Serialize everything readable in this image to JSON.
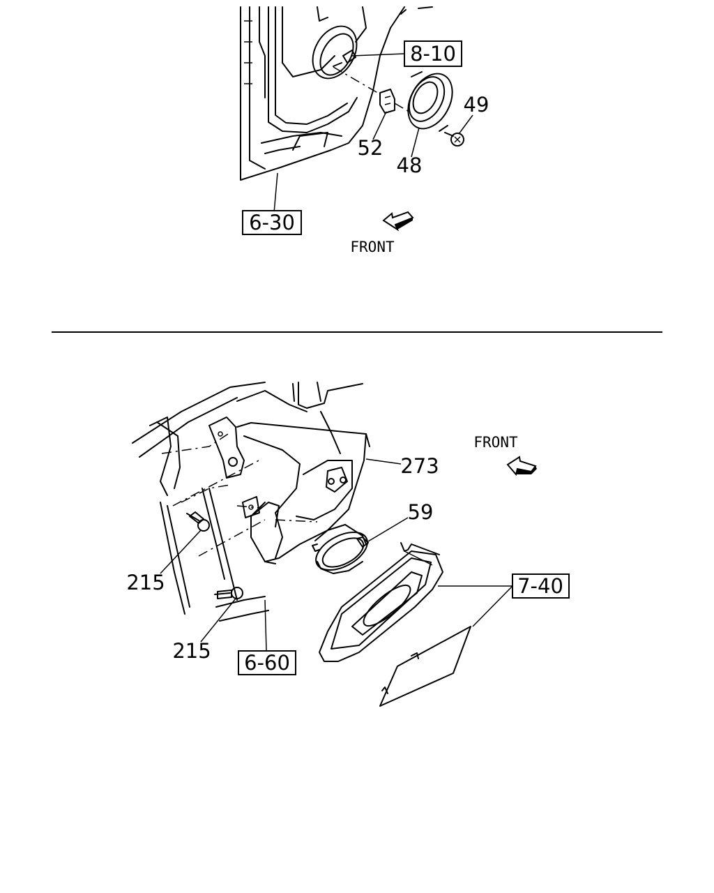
{
  "diagram": {
    "top_panel": {
      "callouts": {
        "ref_8_10": "8-10",
        "ref_6_30": "6-30",
        "part_49": "49",
        "part_52": "52",
        "part_48": "48"
      },
      "front_label": "FRONT"
    },
    "bottom_panel": {
      "callouts": {
        "part_273": "273",
        "part_59": "59",
        "ref_7_40": "7-40",
        "part_215_a": "215",
        "part_215_b": "215",
        "ref_6_60": "6-60"
      },
      "front_label": "FRONT"
    }
  }
}
